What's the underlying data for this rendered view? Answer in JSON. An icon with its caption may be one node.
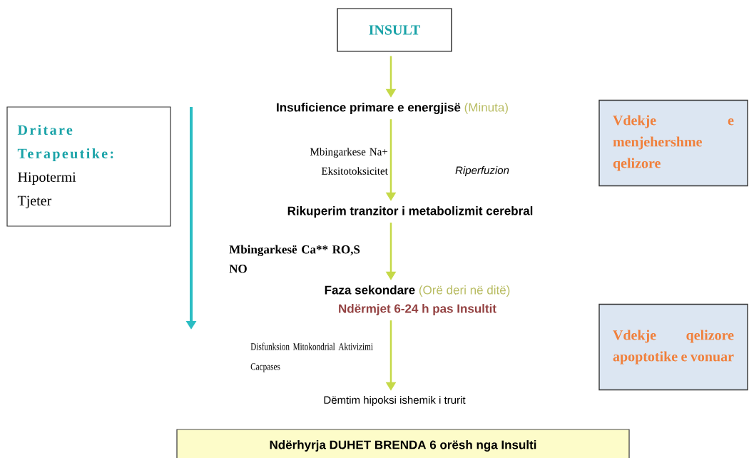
{
  "diagram": {
    "nodes": [
      {
        "text": [
          "INSULT"
        ]
      },
      {
        "text": [
          "Insuficience primare e energjisë",
          "(Minuta)"
        ]
      },
      {
        "text": [
          "Rikuperim tranzitor i metabolizmit cerebral"
        ]
      },
      {
        "text": [
          "Faza sekondare",
          "(Orë deri në ditë)"
        ],
        "beside": [
          "Ndërmjet 6-24 h pas Insultit"
        ]
      },
      {
        "text": [
          "Dëmtim hipoksi ishemik i trurit"
        ]
      },
      {
        "text": [
          "Dritare Terapeutike:",
          "Hipotermi",
          "Tjeter"
        ]
      },
      {
        "text": [
          "Vdekje e menjehershme qelizore"
        ]
      },
      {
        "text": [
          "Vdekje qelizore apoptotike e vonuar"
        ]
      },
      {
        "text": [
          "Ndërhyrja DUHET BRENDA 6 orësh nga Insulti"
        ]
      }
    ],
    "edges": [
      {
        "from": 0,
        "to": 1,
        "arrow": "to"
      },
      {
        "from": 1,
        "to": 2,
        "arrow": "to",
        "label": "Mbingarkese Na+ Eksitotoksicitet"
      },
      {
        "from": 2,
        "to": 3,
        "arrow": "to",
        "label": "Mbingarkesë Ca** RO,S NO"
      },
      {
        "from": 3,
        "to": 4,
        "arrow": "to",
        "label": "Disfunksion Mitokondrial Aktivizimi Cacpases"
      }
    ],
    "labels": [
      "Riperfuzion"
    ]
  }
}
